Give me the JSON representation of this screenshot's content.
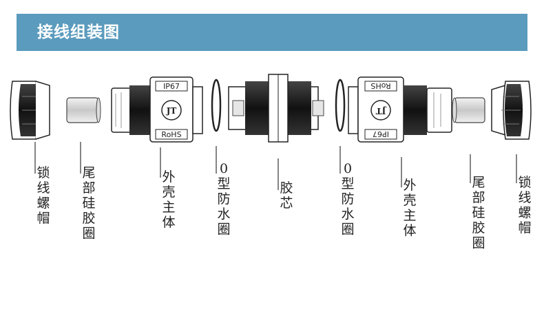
{
  "header": {
    "title": "接线组装图"
  },
  "parts": {
    "lock_nut_left": "锁线螺帽",
    "tail_seal_left": "尾部硅胶圈",
    "housing_left": "外壳主体",
    "oring_left": "0型防水圈",
    "core": "胶芯",
    "oring_right": "0型防水圈",
    "housing_right": "外壳主体",
    "tail_seal_right": "尾部硅胶圈",
    "lock_nut_right": "锁线螺帽"
  },
  "markings": {
    "ip_rating": "IP67",
    "rohs": "RoHS",
    "logo": "JT"
  },
  "colors": {
    "header": "#5b9bbd",
    "line": "#222222"
  }
}
